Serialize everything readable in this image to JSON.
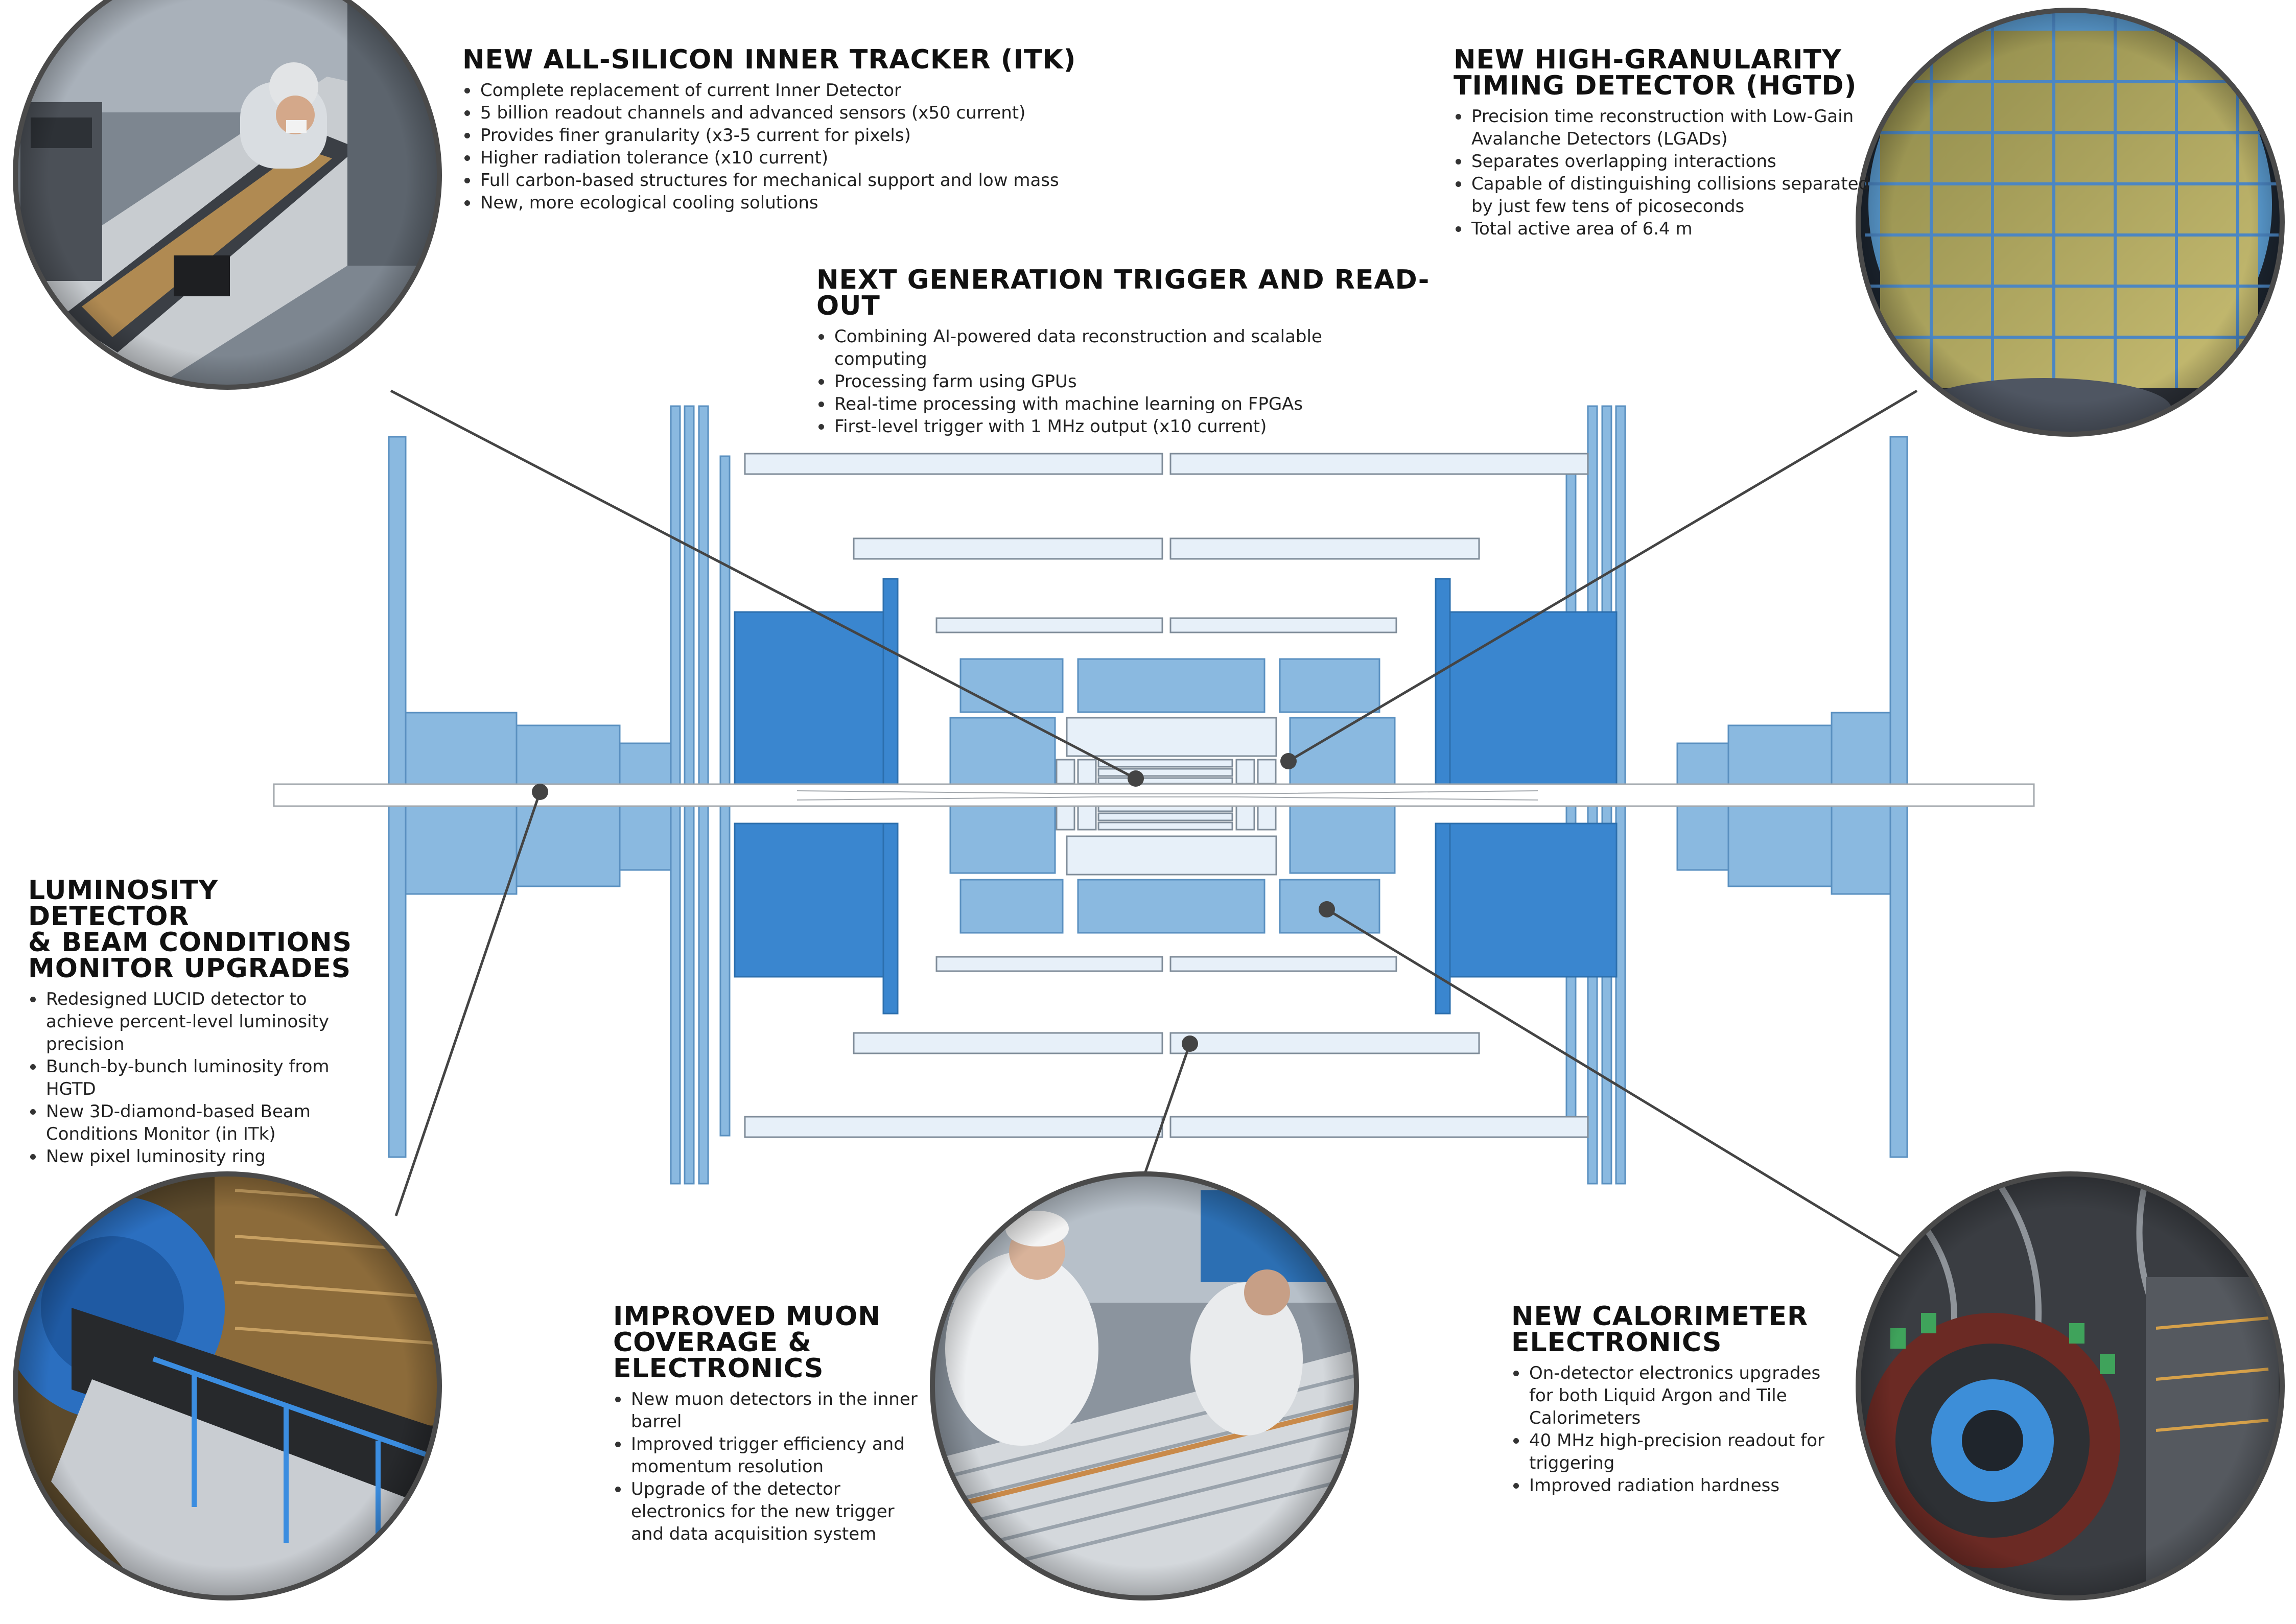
{
  "colors": {
    "dark_blue": "#3a86cf",
    "mid_blue": "#8ab9e0",
    "pale_blue": "#e7f0f9",
    "outline": "#7f8c99",
    "leader": "#444444"
  },
  "callouts": {
    "itk": {
      "title": "NEW ALL-SILICON INNER TRACKER (ITK)",
      "bullets": [
        "Complete replacement of current Inner Detector",
        "5 billion readout channels and advanced sensors (x50 current)",
        "Provides finer granularity (x3-5 current for pixels)",
        "Higher radiation tolerance (x10 current)",
        "Full carbon-based structures for mechanical  support and low mass",
        "New, more ecological cooling solutions"
      ]
    },
    "hgtd": {
      "title_lines": [
        "NEW HIGH-GRANULARITY",
        "TIMING DETECTOR (HGTD)"
      ],
      "bullets": [
        "Precision time reconstruction with Low-Gain Avalanche Detectors (LGADs)",
        "Separates overlapping interactions",
        "Capable of distinguishing collisions separated by just few tens of picoseconds",
        "Total active area of 6.4 m"
      ]
    },
    "trigger": {
      "title": "NEXT GENERATION TRIGGER AND READ-OUT",
      "bullets": [
        "Combining AI-powered data reconstruction and scalable computing",
        "Processing farm using GPUs",
        "Real-time processing with machine learning on FPGAs",
        "First-level trigger with 1 MHz output (x10 current)"
      ]
    },
    "luminosity": {
      "title_lines": [
        "LUMINOSITY DETECTOR",
        "& BEAM  CONDITIONS",
        "MONITOR UPGRADES"
      ],
      "bullets": [
        "Redesigned LUCID detector to achieve percent-level luminosity precision",
        "Bunch-by-bunch luminosity from HGTD",
        "New 3D-diamond-based Beam Conditions Monitor (in ITk)",
        "New pixel luminosity ring"
      ]
    },
    "muon": {
      "title_lines": [
        "IMPROVED MUON",
        "COVERAGE &",
        "ELECTRONICS"
      ],
      "bullets": [
        "New muon detectors in the inner barrel",
        "Improved trigger efficiency and momentum resolution",
        "Upgrade of the detector electronics for the new trigger and data acquisition system"
      ]
    },
    "calorimeter": {
      "title_lines": [
        "NEW CALORIMETER",
        "ELECTRONICS"
      ],
      "bullets": [
        "On-detector electronics upgrades for both Liquid Argon and Tile Calorimeters",
        "40 MHz high-precision readout for triggering",
        "Improved radiation hardness"
      ]
    }
  }
}
